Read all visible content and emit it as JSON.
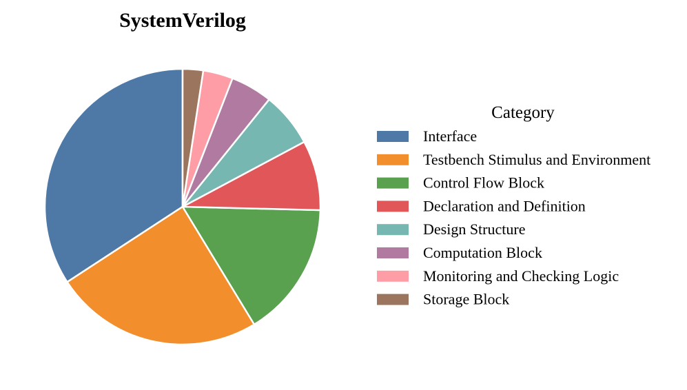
{
  "chart_data": {
    "type": "pie",
    "title": "SystemVerilog",
    "legend_title": "Category",
    "legend_placement": "right",
    "categories": [
      "Interface",
      "Testbench Stimulus and Environment",
      "Control Flow Block",
      "Declaration and Definition",
      "Design Structure",
      "Computation Block",
      "Monitoring and Checking Logic",
      "Storage Block"
    ],
    "values": [
      34.2,
      24.5,
      15.9,
      8.2,
      6.4,
      4.9,
      3.5,
      2.4
    ],
    "colors": [
      "#4e79a7",
      "#f28e2b",
      "#59a14f",
      "#e15759",
      "#76b7b2",
      "#b07aa1",
      "#ff9da7",
      "#9c755f"
    ],
    "start": "top",
    "direction": "counterclockwise"
  }
}
